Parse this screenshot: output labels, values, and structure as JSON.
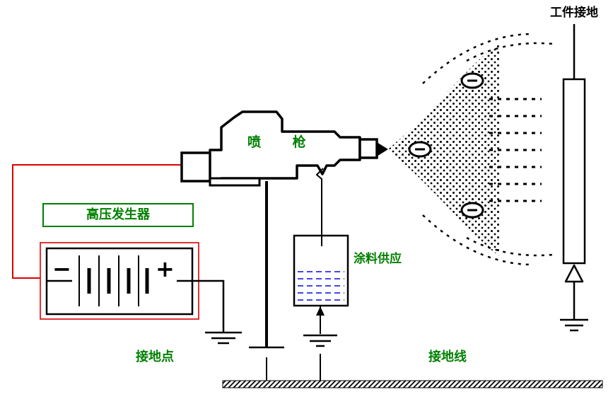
{
  "labels": {
    "workpiece_ground": "工件接地",
    "spray_gun": "喷 枪",
    "hv_generator": "高压发生器",
    "paint_supply": "涂料供应",
    "ground_point": "接地点",
    "ground_wire": "接地线"
  },
  "battery": {
    "negative": "−",
    "positive": "+"
  },
  "icons": {
    "negative_charge": "circled-minus",
    "ground": "earth-ground-symbol"
  },
  "colors": {
    "label_green": "#008000",
    "wire_red": "#dd0000",
    "paint_blue": "#4444ee"
  }
}
